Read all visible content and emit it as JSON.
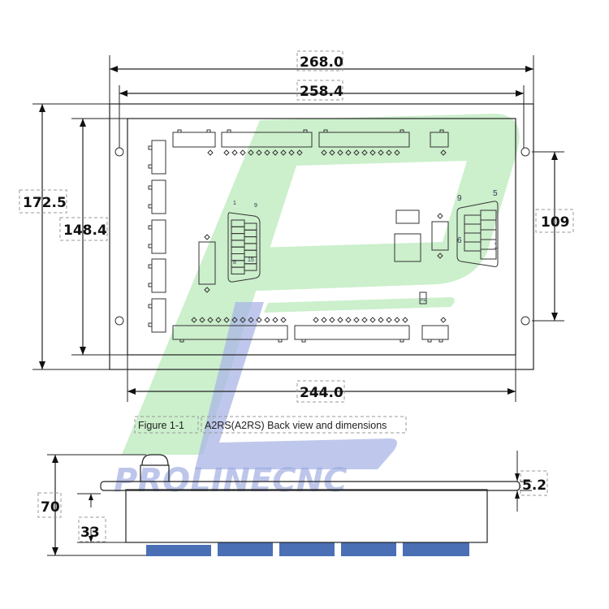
{
  "figure": {
    "caption_number": "Figure 1-1",
    "caption_text": "A2RS(A2RS) Back view and dimensions"
  },
  "back_view_dimensions": {
    "outer_width": "268.0",
    "hole_spacing_width": "258.4",
    "outer_height": "172.5",
    "inner_height": "148.4",
    "hole_spacing_height": "109",
    "inner_width": "244.0"
  },
  "connector_pin_labels": {
    "left_db15": [
      "1",
      "9",
      "8",
      "15"
    ],
    "right_db9": [
      "9",
      "5",
      "6",
      "1"
    ],
    "ground": "PE"
  },
  "side_view_dimensions": {
    "total_depth": "70",
    "body_depth": "33",
    "flange_thickness": "5.2"
  },
  "watermark": {
    "text": "PROLINECNC",
    "colors": {
      "green": "#c3ecc3",
      "blue": "#aab6e6",
      "feet": "#4a6fb5"
    }
  }
}
